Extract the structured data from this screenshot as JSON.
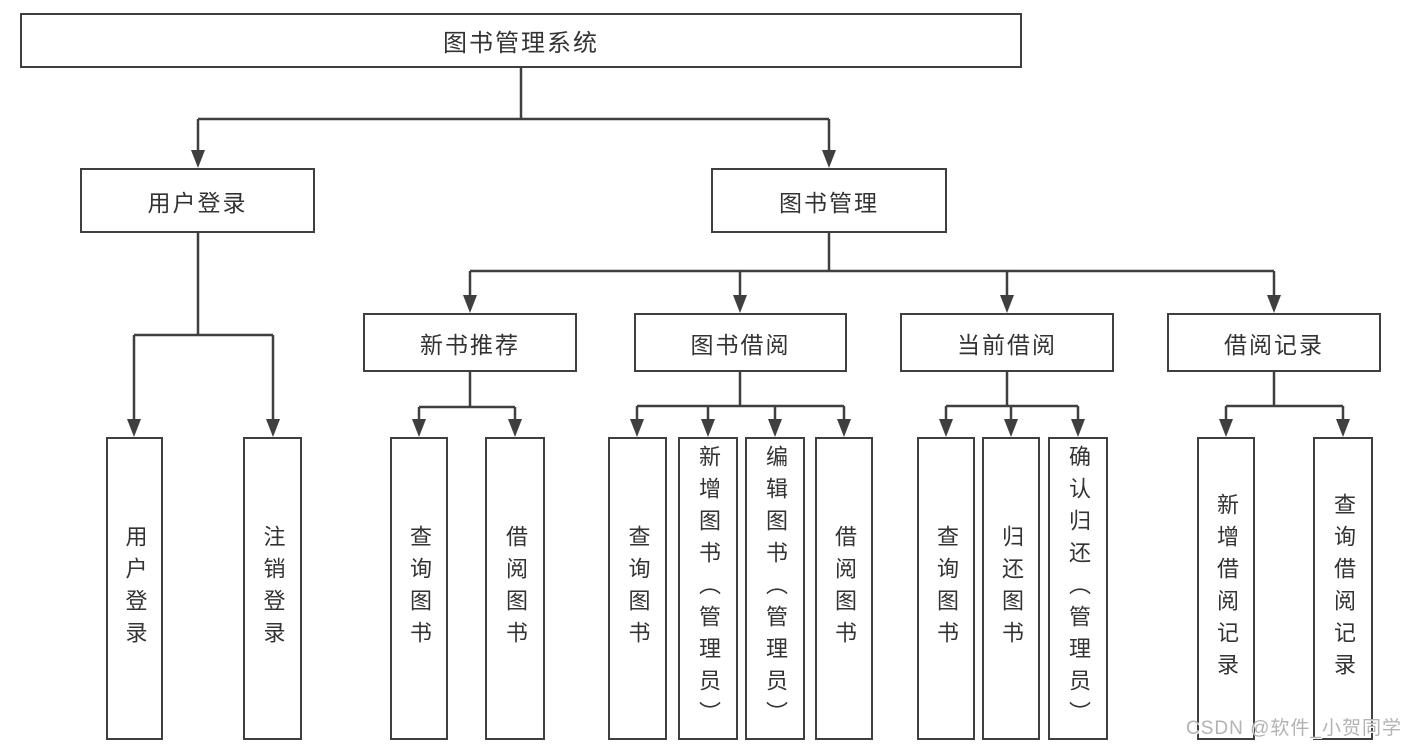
{
  "diagram": {
    "type": "hierarchy-tree",
    "title": "图书管理系统",
    "structure": [
      {
        "parent": "图书管理系统",
        "children": [
          "用户登录",
          "图书管理"
        ]
      },
      {
        "parent": "用户登录",
        "children": [
          "用户登录",
          "注销登录"
        ]
      },
      {
        "parent": "图书管理",
        "children": [
          "新书推荐",
          "图书借阅",
          "当前借阅",
          "借阅记录"
        ]
      },
      {
        "parent": "新书推荐",
        "children": [
          "查询图书",
          "借阅图书"
        ]
      },
      {
        "parent": "图书借阅",
        "children": [
          "查询图书",
          "新增图书（管理员）",
          "编辑图书（管理员）",
          "借阅图书"
        ]
      },
      {
        "parent": "当前借阅",
        "children": [
          "查询图书",
          "归还图书",
          "确认归还（管理员）"
        ]
      },
      {
        "parent": "借阅记录",
        "children": [
          "新增借阅记录",
          "查询借阅记录"
        ]
      }
    ]
  },
  "nodes": {
    "root": {
      "label": "图书管理系统"
    },
    "user_login": {
      "label": "用户登录"
    },
    "book_mgmt": {
      "label": "图书管理"
    },
    "leaf_user_login": {
      "label": "用户登录"
    },
    "leaf_logout": {
      "label": "注销登录"
    },
    "new_book_rec": {
      "label": "新书推荐"
    },
    "book_borrow": {
      "label": "图书借阅"
    },
    "current_borrow": {
      "label": "当前借阅"
    },
    "borrow_records": {
      "label": "借阅记录"
    },
    "nbr_query_books": {
      "label": "查询图书"
    },
    "nbr_borrow_books": {
      "label": "借阅图书"
    },
    "bb_query_books": {
      "label": "查询图书"
    },
    "bb_add_books": {
      "label": "新增图书（管理员）"
    },
    "bb_edit_books": {
      "label": "编辑图书（管理员）"
    },
    "bb_borrow_books": {
      "label": "借阅图书"
    },
    "cb_query_books": {
      "label": "查询图书"
    },
    "cb_return_books": {
      "label": "归还图书"
    },
    "cb_confirm_return": {
      "label": "确认归还（管理员）"
    },
    "br_add_record": {
      "label": "新增借阅记录"
    },
    "br_query_record": {
      "label": "查询借阅记录"
    }
  },
  "watermark": {
    "text": "CSDN @软件_小贺同学"
  },
  "colors": {
    "background": "#ffffff",
    "line": "#3f3f3f",
    "box_border": "#3f3f3f",
    "text": "#333333",
    "watermark": "#b3b3b3"
  }
}
